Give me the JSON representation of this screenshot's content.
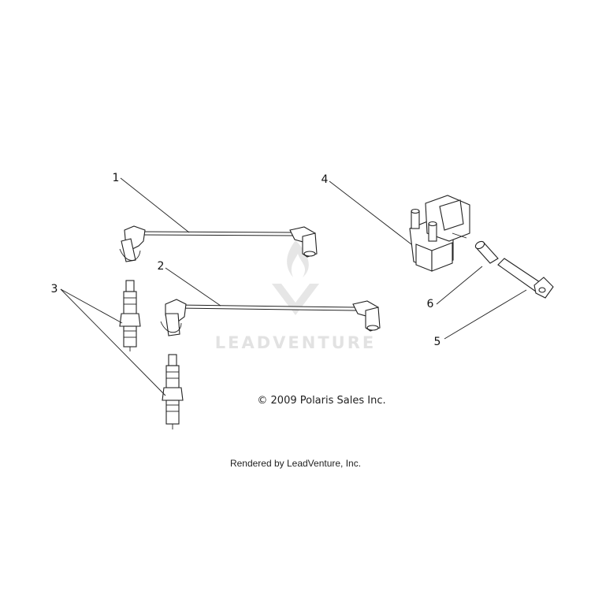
{
  "callouts": [
    {
      "number": "1"
    },
    {
      "number": "2"
    },
    {
      "number": "3"
    },
    {
      "number": "4"
    },
    {
      "number": "5"
    },
    {
      "number": "6"
    }
  ],
  "copyright": "© 2009 Polaris Sales Inc.",
  "rendered_by": "Rendered by LeadVenture, Inc.",
  "watermark": "LEADVENTURE"
}
